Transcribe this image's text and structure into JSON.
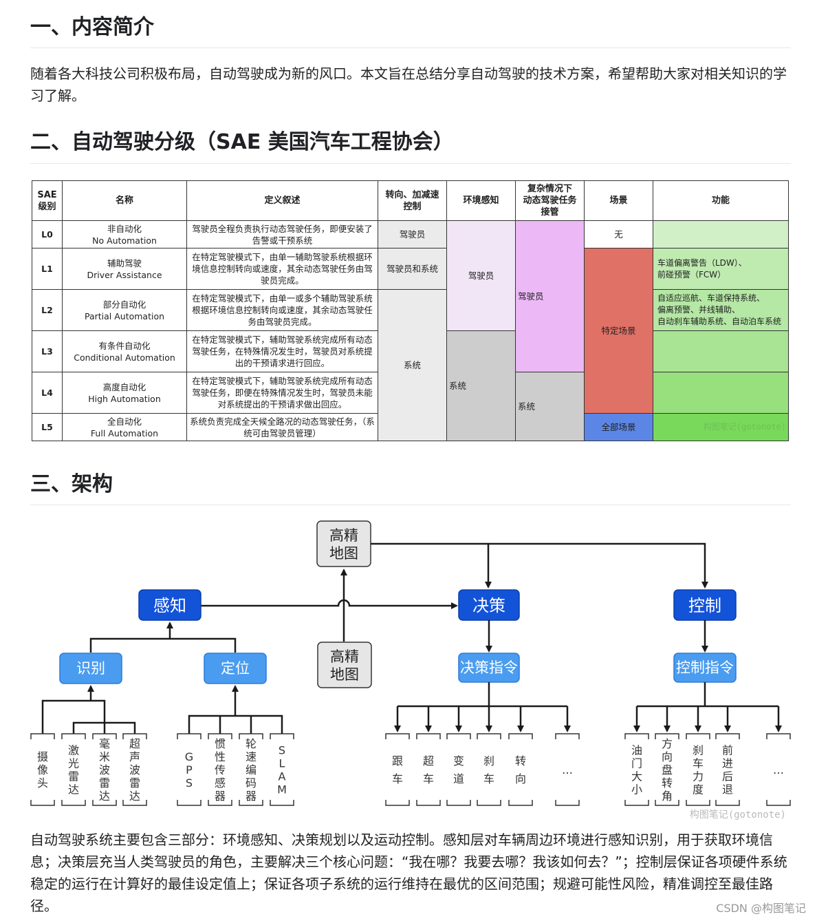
{
  "section1": {
    "heading": "一、内容简介",
    "text": "随着各大科技公司积极布局，自动驾驶成为新的风口。本文旨在总结分享自动驾驶的技术方案，希望帮助大家对相关知识的学习了解。"
  },
  "section2": {
    "heading": "二、自动驾驶分级（SAE 美国汽车工程协会）",
    "table": {
      "headers": [
        "SAE\n级别",
        "名称",
        "定义叙述",
        "转向、加减速\n控制",
        "环境感知",
        "复杂情况下\n动态驾驶任务\n接管",
        "场景",
        "功能"
      ],
      "rows": [
        {
          "level": "L0",
          "name_cn": "非自动化",
          "name_en": "No Automation",
          "definition": "驾驶员全程负责执行动态驾驶任务，即便安装了告警或干预系统",
          "function": ""
        },
        {
          "level": "L1",
          "name_cn": "辅助驾驶",
          "name_en": "Driver Assistance",
          "definition": "在特定驾驶模式下，由单一辅助驾驶系统根据环境信息控制转向或速度，其余动态驾驶任务由驾驶员完成。",
          "function": "车道偏离警告（LDW）、\n前碰预警（FCW）"
        },
        {
          "level": "L2",
          "name_cn": "部分自动化",
          "name_en": "Partial Automation",
          "definition": "在特定驾驶模式下，由单一或多个辅助驾驶系统根据环境信息控制转向或速度，其余动态驾驶任务由驾驶员完成。",
          "function": "自适应巡航、车道保持系统、\n偏离预警、并线辅助、\n自动刹车辅助系统、自动泊车系统"
        },
        {
          "level": "L3",
          "name_cn": "有条件自动化",
          "name_en": "Conditional Automation",
          "definition": "在特定驾驶模式下，辅助驾驶系统完成所有动态驾驶任务，在特殊情况发生时，驾驶员对系统提出的干预请求进行回应。",
          "function": ""
        },
        {
          "level": "L4",
          "name_cn": "高度自动化",
          "name_en": "High Automation",
          "definition": "在特定驾驶模式下，辅助驾驶系统完成所有动态驾驶任务，即便在特殊情况发生时，驾驶员未能对系统提出的干预请求做出回应。",
          "function": ""
        },
        {
          "level": "L5",
          "name_cn": "全自动化",
          "name_en": "Full Automation",
          "definition": "系统负责完成全天候全路况的动态驾驶任务，（系统可由驾驶员管理）",
          "function": ""
        }
      ],
      "control": {
        "driver": "驾驶员",
        "driver_and_system": "驾驶员和系统",
        "system": "系统"
      },
      "perception": {
        "driver": "驾驶员",
        "system": "系统"
      },
      "takeover": {
        "driver": "驾驶员",
        "system": "系统"
      },
      "scene": {
        "none": "无",
        "specific": "特定场景",
        "all": "全部场景"
      },
      "watermark": "构图笔记(gotonote)"
    }
  },
  "section3": {
    "heading": "三、架构",
    "diagram": {
      "map": "高精\n地图",
      "perception": "感知",
      "decision": "决策",
      "control": "控制",
      "recognition": "识别",
      "localization": "定位",
      "decision_cmd": "决策指令",
      "control_cmd": "控制指令",
      "recognition_sensors": [
        "摄像头",
        "激光雷达",
        "毫米波雷达",
        "超声波雷达"
      ],
      "localization_sensors": [
        "GPS",
        "惯性传感器",
        "轮速编码器",
        "SLAM"
      ],
      "decision_items": [
        "跟车",
        "超车",
        "变道",
        "刹车",
        "转向",
        "…"
      ],
      "control_items": [
        "油门大小",
        "方向盘转角",
        "刹车力度",
        "前进后退",
        "…"
      ],
      "watermark": "构图笔记(gotonote)"
    },
    "text": "自动驾驶系统主要包含三部分：环境感知、决策规划以及运动控制。感知层对车辆周边环境进行感知识别，用于获取环境信息；决策层充当人类驾驶员的角色，主要解决三个核心问题：“我在哪？我要去哪？我该如何去？”；控制层保证各项硬件系统稳定的运行在计算好的最佳设定值上；保证各项子系统的运行维持在最优的区间范围；规避可能性风险，精准调控至最佳路径。"
  },
  "footer": {
    "watermark": "CSDN @构图笔记"
  },
  "colors": {
    "main_node": "#1353d8",
    "sub_node": "#4a9cf0",
    "specific_scene": "#e07166",
    "all_scene": "#5b86e6",
    "takeover_driver": "#ecb8f6"
  }
}
